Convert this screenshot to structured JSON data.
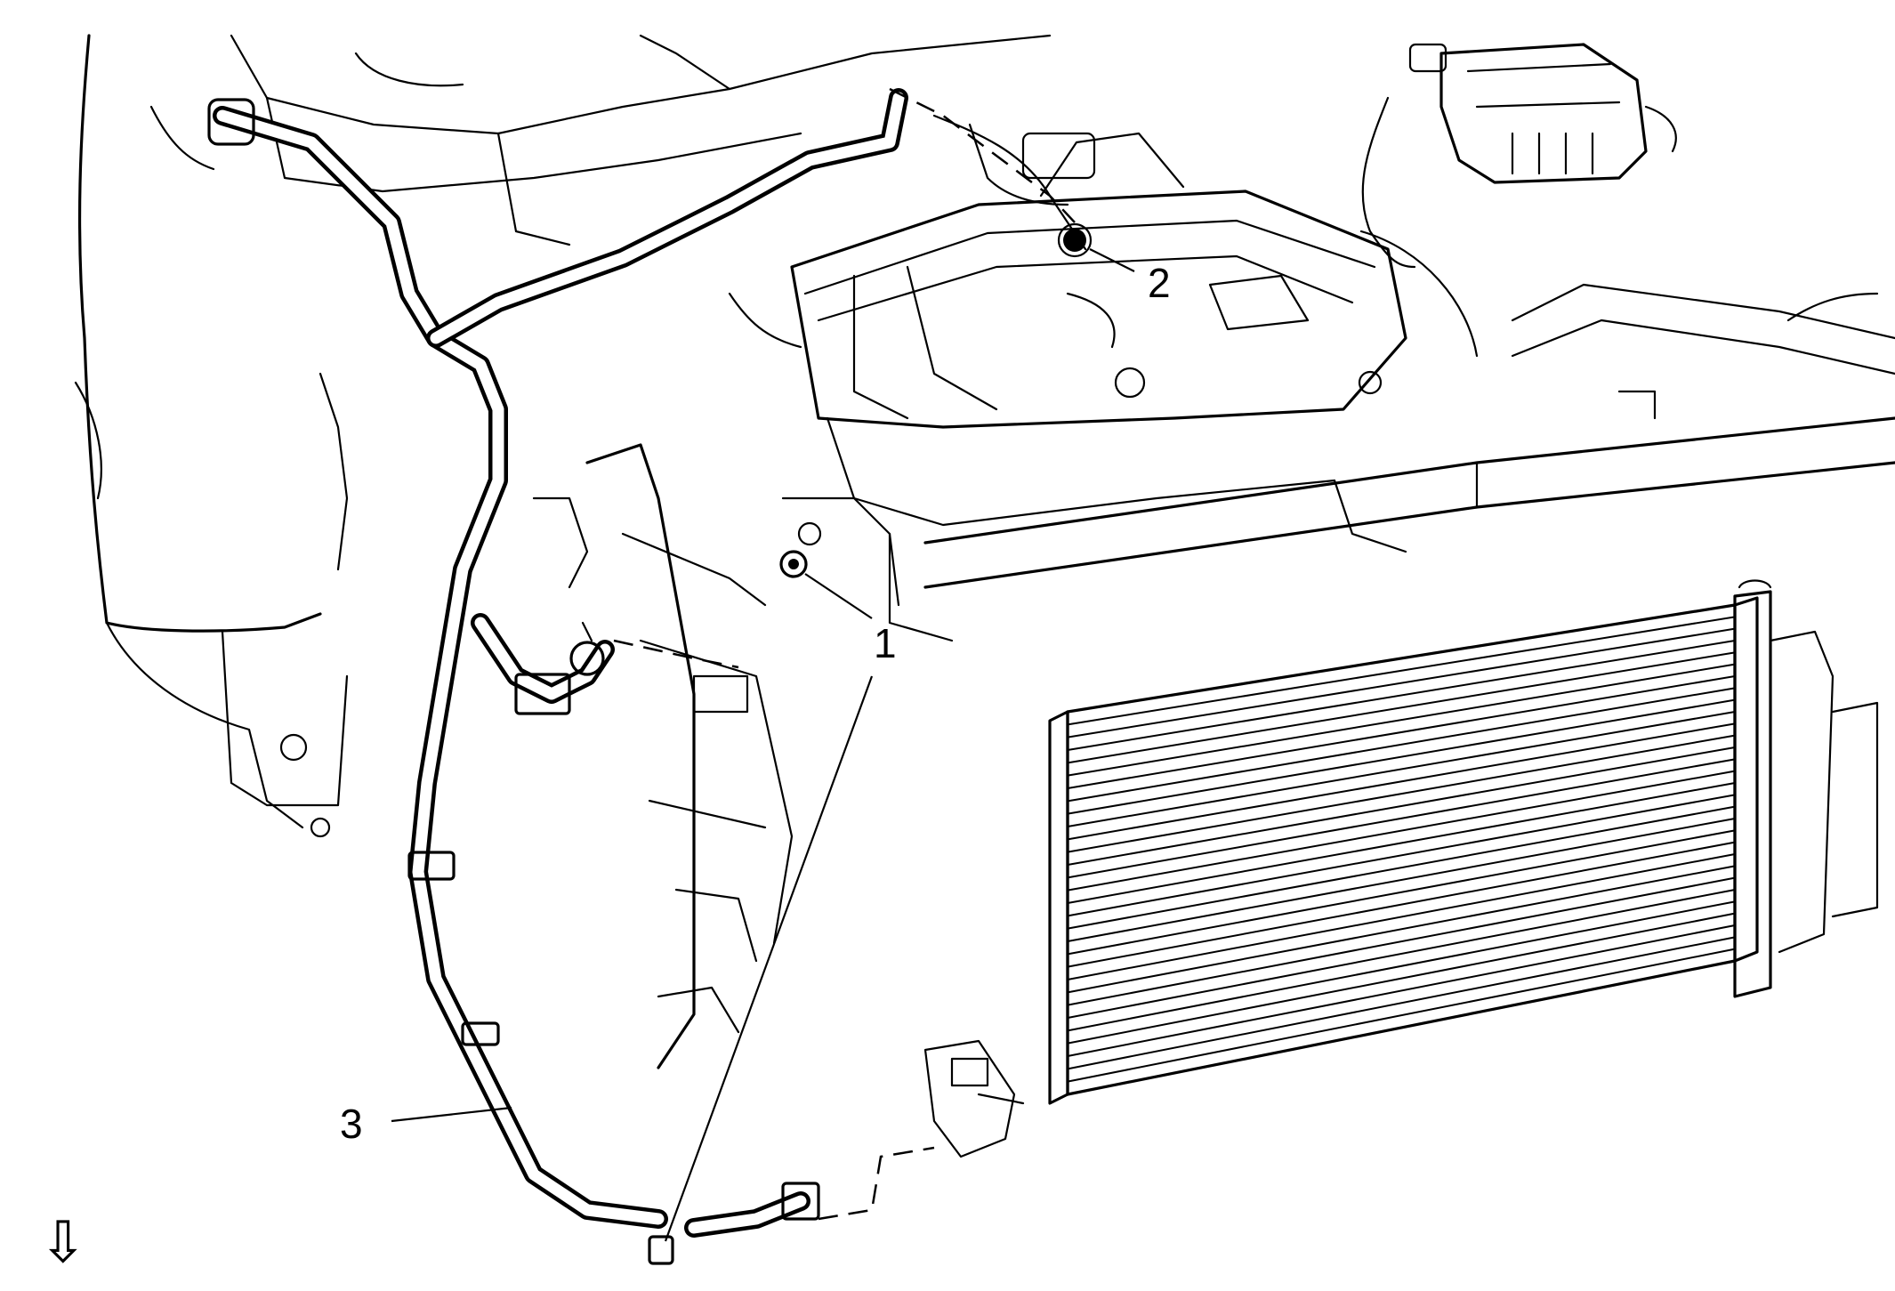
{
  "callouts": [
    {
      "id": "1",
      "label": "1"
    },
    {
      "id": "2",
      "label": "2"
    },
    {
      "id": "3",
      "label": "3"
    }
  ],
  "orientation": {
    "icon": "arrow-down-icon",
    "glyph": "⇩"
  }
}
